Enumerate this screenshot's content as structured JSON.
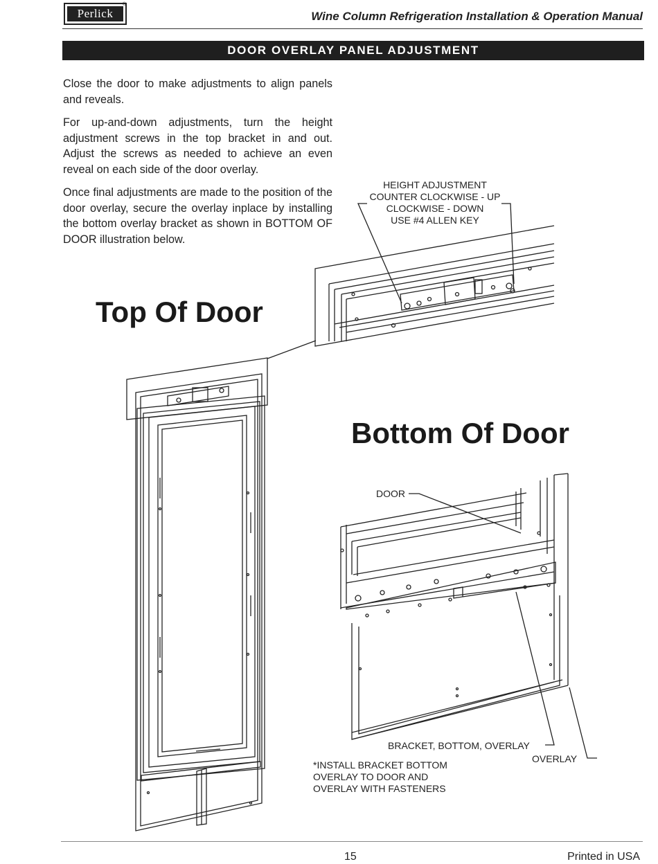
{
  "header": {
    "logo_text": "Perlick",
    "logo_mark": "®",
    "title": "Wine Column Refrigeration Installation & Operation Manual"
  },
  "section": {
    "heading": "DOOR OVERLAY PANEL ADJUSTMENT"
  },
  "body": {
    "paragraphs": [
      "Close the door to make adjustments to align panels and reveals.",
      "For up-and-down adjustments, turn the height adjustment screws in the top bracket in and out. Adjust the screws as needed to achieve an even reveal on each side of the door overlay.",
      "Once final adjustments are made to the position of the door overlay, secure the overlay inplace by installing the bottom overlay bracket as shown in BOTTOM OF DOOR illustration below."
    ]
  },
  "figures": {
    "top_heading": "Top Of Door",
    "bottom_heading": "Bottom Of Door",
    "height_callout": {
      "line1": "HEIGHT ADJUSTMENT",
      "line2": "COUNTER CLOCKWISE - UP",
      "line3": "CLOCKWISE - DOWN",
      "line4": "USE #4 ALLEN KEY"
    },
    "door_label": "DOOR",
    "bracket_label": "BRACKET, BOTTOM, OVERLAY",
    "overlay_label": "OVERLAY",
    "install_note": {
      "line1": "*INSTALL BRACKET BOTTOM",
      "line2": "OVERLAY TO DOOR AND",
      "line3": "OVERLAY WITH FASTENERS"
    }
  },
  "footer": {
    "page_number": "15",
    "printed": "Printed in USA"
  }
}
